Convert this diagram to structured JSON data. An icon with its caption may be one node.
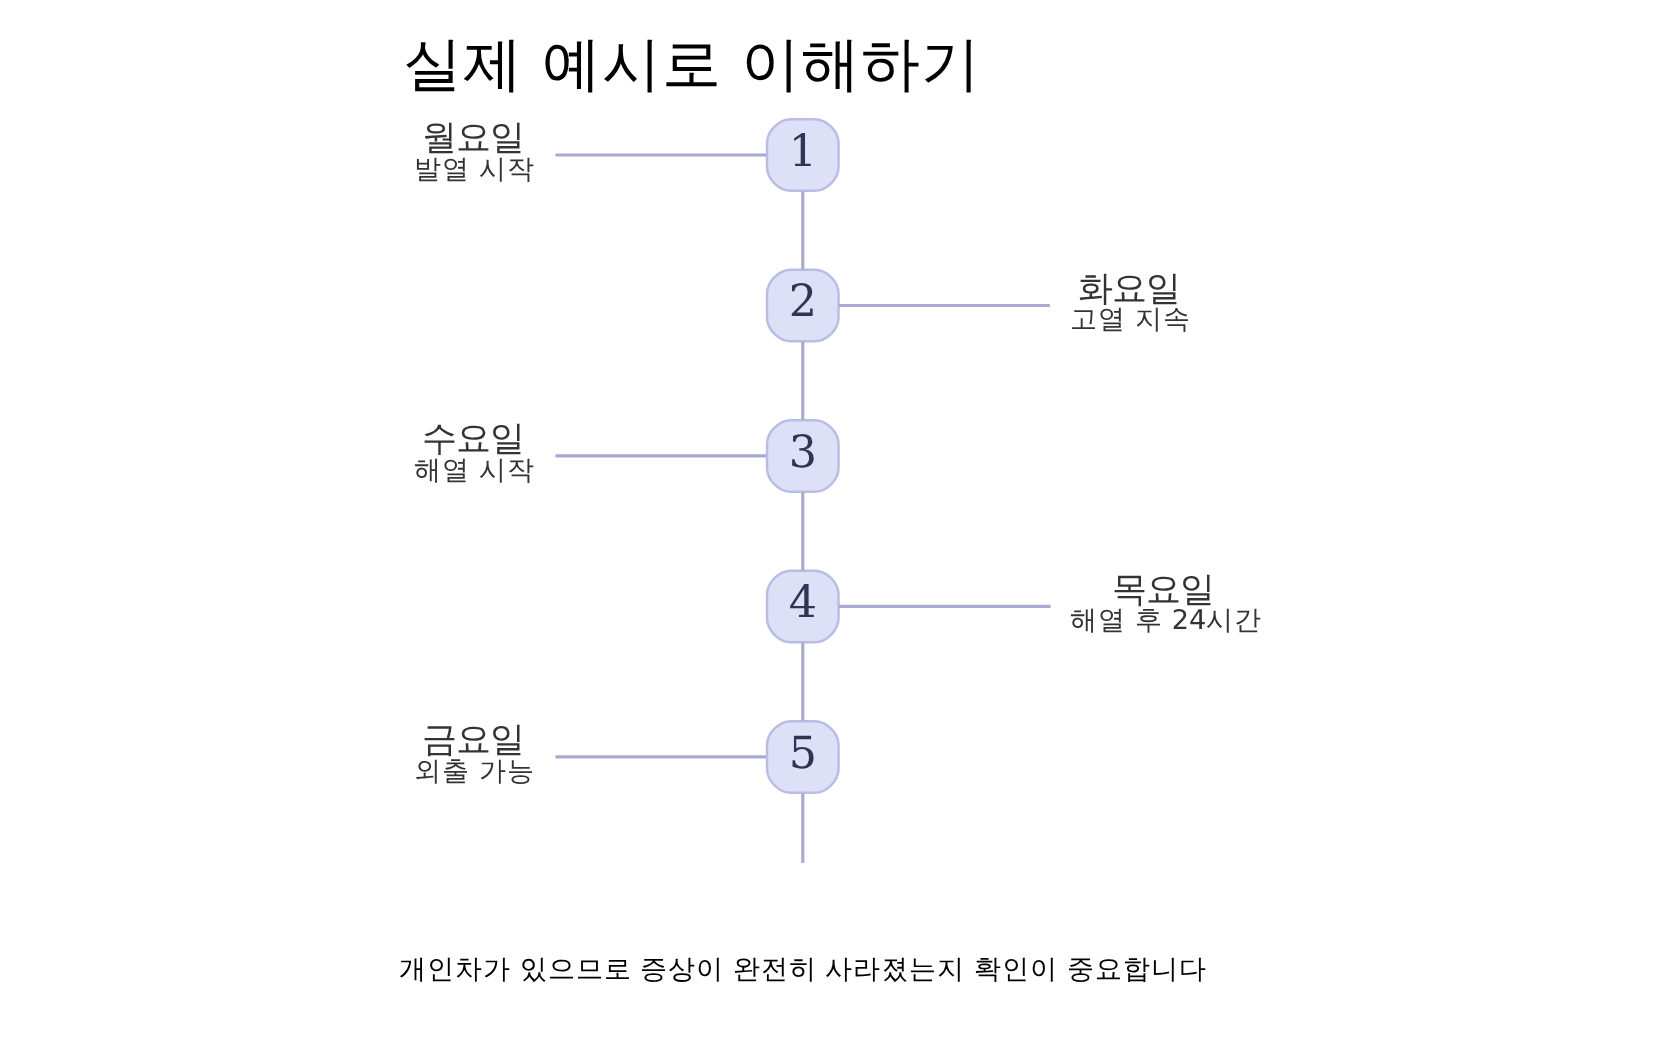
{
  "diagram": {
    "title": "실제 예시로 이해하기",
    "nodes": [
      {
        "text": [
          "1"
        ]
      },
      {
        "text": [
          "월요일",
          "발열 시작"
        ]
      },
      {
        "text": [
          "2"
        ]
      },
      {
        "text": [
          "화요일",
          "고열 지속"
        ]
      },
      {
        "text": [
          "3"
        ]
      },
      {
        "text": [
          "수요일",
          "해열 시작"
        ]
      },
      {
        "text": [
          "4"
        ]
      },
      {
        "text": [
          "목요일",
          "해열 후 24시간"
        ]
      },
      {
        "text": [
          "5"
        ]
      },
      {
        "text": [
          "금요일",
          "외출 가능"
        ]
      }
    ],
    "edges": [
      {
        "from": 1,
        "to": 0,
        "arrow": "none"
      },
      {
        "from": 0,
        "to": 2,
        "arrow": "none"
      },
      {
        "from": 2,
        "to": 3,
        "arrow": "none"
      },
      {
        "from": 2,
        "to": 4,
        "arrow": "none"
      },
      {
        "from": 5,
        "to": 4,
        "arrow": "none"
      },
      {
        "from": 4,
        "to": 6,
        "arrow": "none"
      },
      {
        "from": 6,
        "to": 7,
        "arrow": "none"
      },
      {
        "from": 6,
        "to": 8,
        "arrow": "none"
      },
      {
        "from": 9,
        "to": 8,
        "arrow": "none"
      },
      {
        "from": 8,
        "to": null,
        "arrow": "none"
      }
    ],
    "labels": [
      "개인차가 있으므로 증상이 완전히 사라졌는지 확인이 중요합니다"
    ]
  }
}
